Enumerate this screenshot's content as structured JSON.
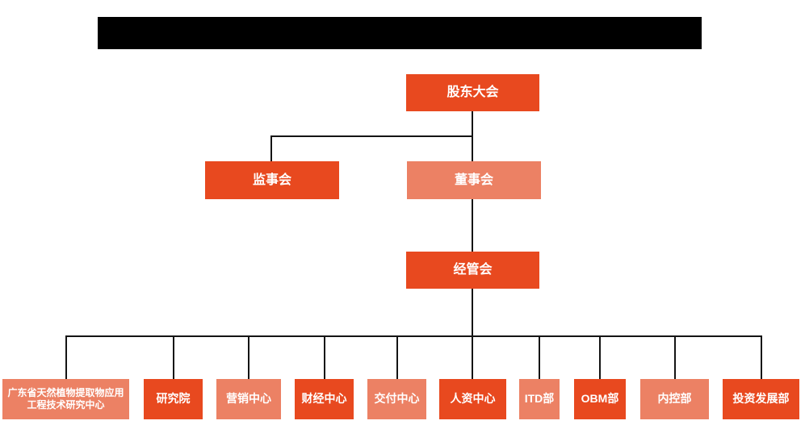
{
  "palette": {
    "primary_orange": "#E8491F",
    "light_orange": "#EC8164",
    "text_on_orange": "#FFFFFF",
    "connector_black": "#141414",
    "redaction_black": "#000000",
    "background": "#FFFFFF"
  },
  "header": {
    "redacted_title_text": ""
  },
  "org": {
    "level1": [
      {
        "id": "shareholders",
        "label": "股东大会",
        "variant": "primary"
      }
    ],
    "level2": [
      {
        "id": "supervisors",
        "label": "监事会",
        "variant": "primary"
      },
      {
        "id": "directors",
        "label": "董事会",
        "variant": "light"
      }
    ],
    "level3": [
      {
        "id": "management",
        "label": "经管会",
        "variant": "primary"
      }
    ],
    "level4": [
      {
        "id": "research-center",
        "label": "广东省天然植物提取物应用工程技术研究中心",
        "variant": "light"
      },
      {
        "id": "research-institute",
        "label": "研究院",
        "variant": "primary"
      },
      {
        "id": "marketing-center",
        "label": "营销中心",
        "variant": "light"
      },
      {
        "id": "finance-center",
        "label": "财经中心",
        "variant": "primary"
      },
      {
        "id": "delivery-center",
        "label": "交付中心",
        "variant": "light"
      },
      {
        "id": "hr-center",
        "label": "人资中心",
        "variant": "primary"
      },
      {
        "id": "itd-dept",
        "label": "ITD部",
        "variant": "light"
      },
      {
        "id": "obm-dept",
        "label": "OBM部",
        "variant": "primary"
      },
      {
        "id": "internal-control-dept",
        "label": "内控部",
        "variant": "light"
      },
      {
        "id": "investment-dept",
        "label": "投资发展部",
        "variant": "primary"
      }
    ]
  }
}
